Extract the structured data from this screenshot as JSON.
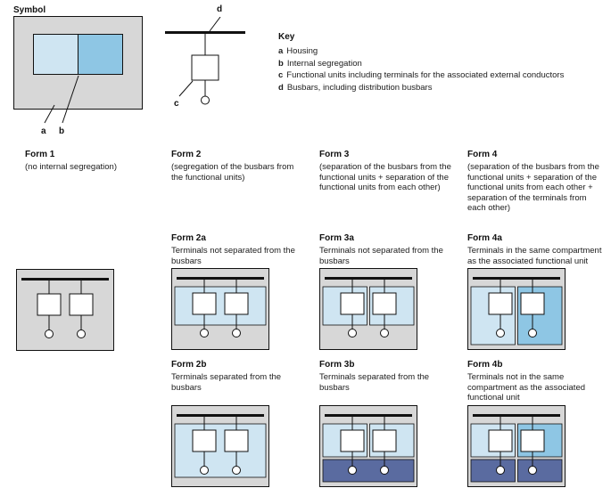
{
  "colors": {
    "enclosure_gray": "#d7d7d7",
    "light_blue": "#cfe5f2",
    "medium_blue": "#8ec6e4",
    "dark_blue": "#5a6ba0",
    "line": "#111111"
  },
  "symbol": {
    "title": "Symbol",
    "labels": {
      "a": "a",
      "b": "b",
      "c": "c",
      "d": "d"
    }
  },
  "key": {
    "title": "Key",
    "entries": [
      {
        "letter": "a",
        "text": "Housing"
      },
      {
        "letter": "b",
        "text": "Internal segregation"
      },
      {
        "letter": "c",
        "text": "Functional units including terminals for the associated external conductors"
      },
      {
        "letter": "d",
        "text": "Busbars, including distribution busbars"
      }
    ]
  },
  "forms": {
    "form1": {
      "title": "Form 1",
      "description": "(no internal segregation)"
    },
    "form2": {
      "title": "Form 2",
      "description": "(segregation of the busbars from the functional units)"
    },
    "form3": {
      "title": "Form 3",
      "description": "(separation of the busbars from the functional units + separation of the functional units from each other)"
    },
    "form4": {
      "title": "Form 4",
      "description": "(separation of the busbars from the functional units + separation of the functional units from each other + separation of the terminals from each other)"
    },
    "form2a": {
      "title": "Form 2a",
      "description": "Terminals not separated from the busbars"
    },
    "form3a": {
      "title": "Form 3a",
      "description": "Terminals not separated from the busbars"
    },
    "form4a": {
      "title": "Form 4a",
      "description": "Terminals in the same compartment as the associated functional unit"
    },
    "form2b": {
      "title": "Form 2b",
      "description": "Terminals separated from the busbars"
    },
    "form3b": {
      "title": "Form 3b",
      "description": "Terminals separated from the busbars"
    },
    "form4b": {
      "title": "Form 4b",
      "description": "Terminals not in the same compartment as the associated functional unit"
    }
  }
}
